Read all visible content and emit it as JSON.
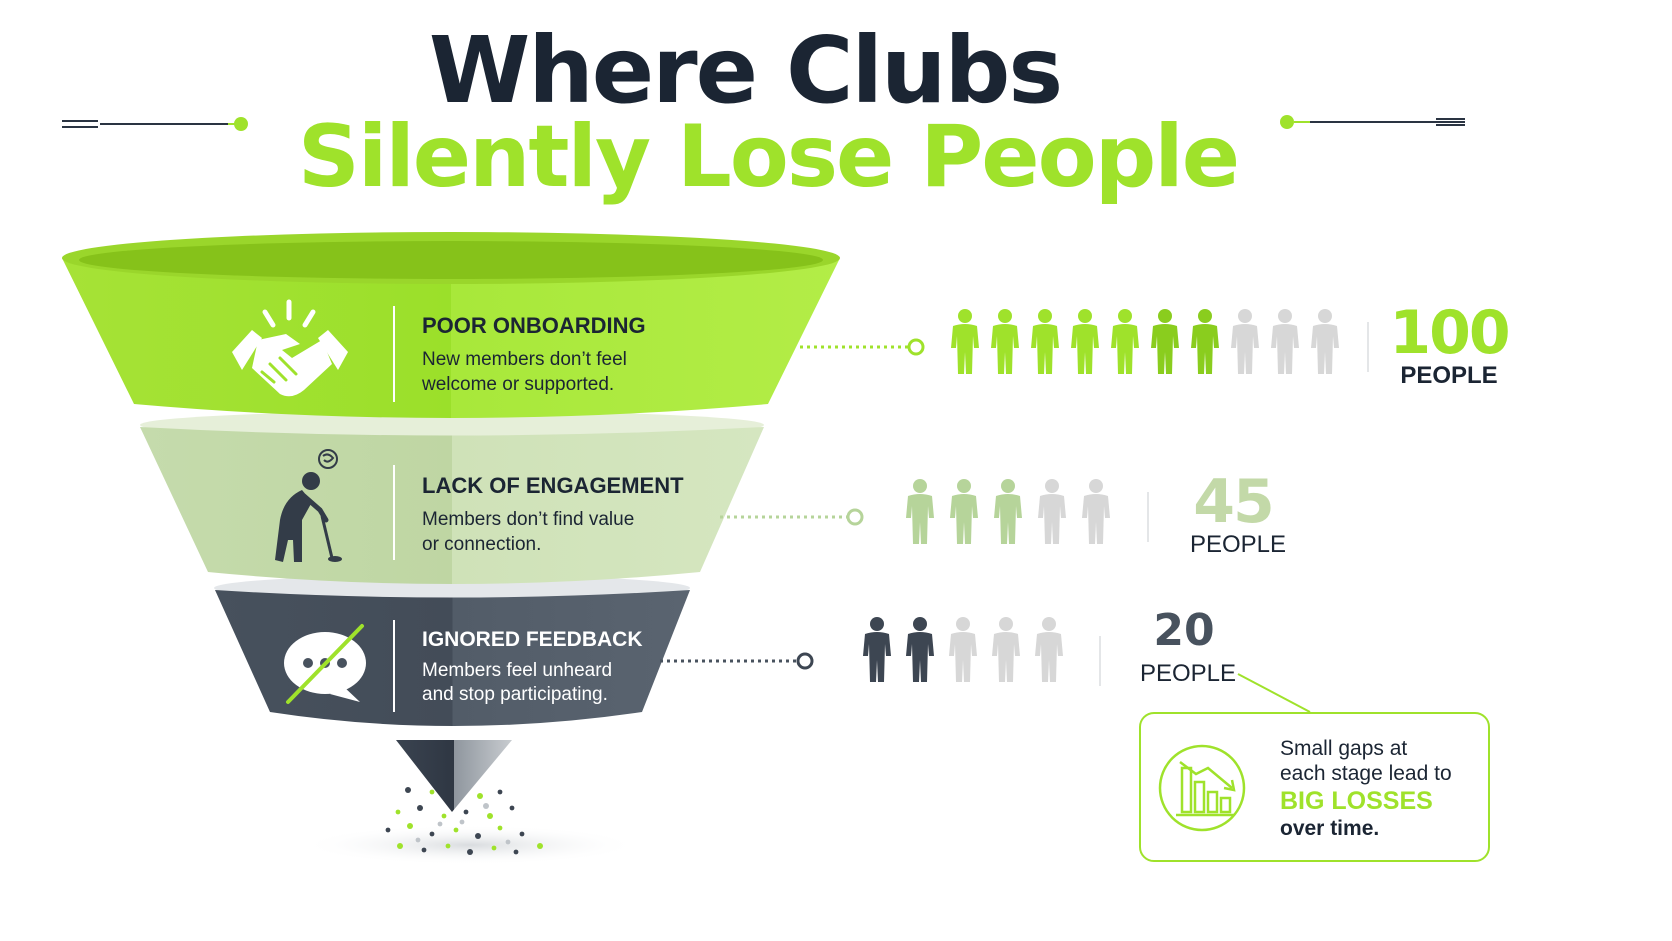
{
  "title": {
    "line1": "Where Clubs",
    "line2": "Silently Lose People"
  },
  "stages": [
    {
      "title": "POOR ONBOARDING",
      "desc_line1": "New members don’t feel",
      "desc_line2": "welcome or supported.",
      "count": "100",
      "unit": "PEOPLE",
      "icon": "handshake-icon",
      "figures_shown": 10,
      "figures_highlighted": 7
    },
    {
      "title": "LACK OF ENGAGEMENT",
      "desc_line1": "Members don’t find value",
      "desc_line2": "or connection.",
      "count": "45",
      "unit": "PEOPLE",
      "icon": "frustrated-golfer-icon",
      "figures_shown": 5,
      "figures_highlighted": 3
    },
    {
      "title": "IGNORED FEEDBACK",
      "desc_line1": "Members feel unheard",
      "desc_line2": "and stop participating.",
      "count": "20",
      "unit": "PEOPLE",
      "icon": "muted-chat-icon",
      "figures_shown": 5,
      "figures_highlighted": 2
    }
  ],
  "callout": {
    "line1": "Small gaps at",
    "line2": "each stage lead to",
    "highlight": "BIG LOSSES",
    "line3": "over time.",
    "icon": "declining-bar-chart-icon"
  },
  "colors": {
    "lime": "#9fe22b",
    "lime_dark": "#8acd1e",
    "sage": "#c7dcae",
    "sage_dark": "#b2cc94",
    "slate": "#48525e",
    "navy": "#1b2533",
    "figure_gray": "#d7d7d7",
    "figure_sage": "#b6d49a",
    "figure_slate": "#3d4652"
  }
}
